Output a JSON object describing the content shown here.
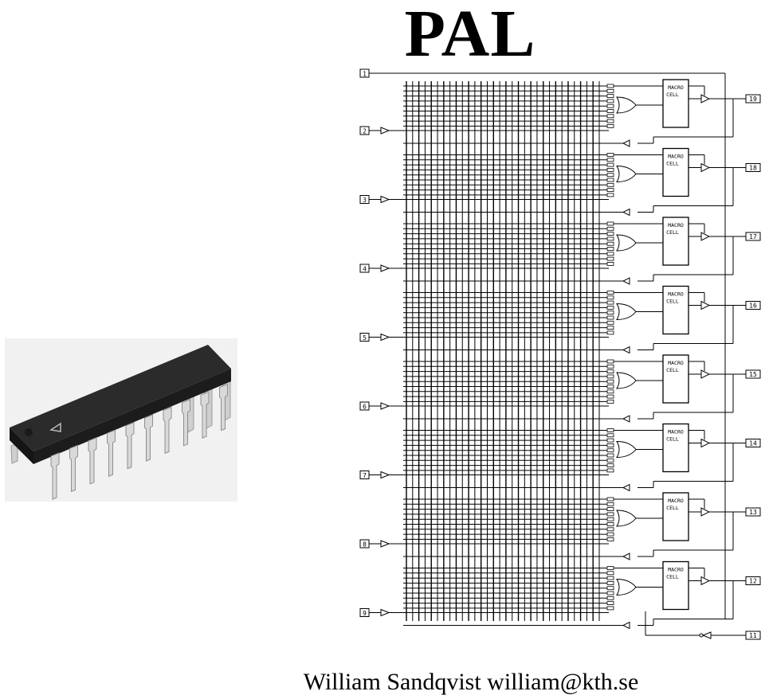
{
  "title": "PAL",
  "footer": "William Sandqvist  william@kth.se",
  "schematic": {
    "first_input": "1",
    "rows": [
      {
        "input": "2",
        "output": "19",
        "cell": [
          "MACRO",
          "CELL"
        ]
      },
      {
        "input": "3",
        "output": "18",
        "cell": [
          "MACRO",
          "CELL"
        ]
      },
      {
        "input": "4",
        "output": "17",
        "cell": [
          "MACRO",
          "CELL"
        ]
      },
      {
        "input": "5",
        "output": "16",
        "cell": [
          "MACRO",
          "CELL"
        ]
      },
      {
        "input": "6",
        "output": "15",
        "cell": [
          "MACRO",
          "CELL"
        ]
      },
      {
        "input": "7",
        "output": "14",
        "cell": [
          "MACRO",
          "CELL"
        ]
      },
      {
        "input": "8",
        "output": "13",
        "cell": [
          "MACRO",
          "CELL"
        ]
      },
      {
        "input": "9",
        "output": "12",
        "cell": [
          "MACRO",
          "CELL"
        ]
      }
    ],
    "last_pin": "11"
  }
}
